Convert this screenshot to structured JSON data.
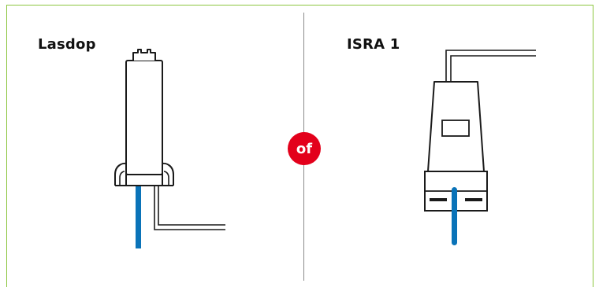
{
  "left_option": {
    "label": "Lasdop"
  },
  "right_option": {
    "label": "ISRA 1"
  },
  "separator": {
    "label": "of"
  },
  "colors": {
    "border": "#8cc63f",
    "divider": "#8a8a8a",
    "badge": "#e3001b",
    "pipe": "#0a73b8",
    "line": "#1a1a1a"
  },
  "icons": [
    "lasdop-illustration",
    "isra-connector-illustration"
  ]
}
